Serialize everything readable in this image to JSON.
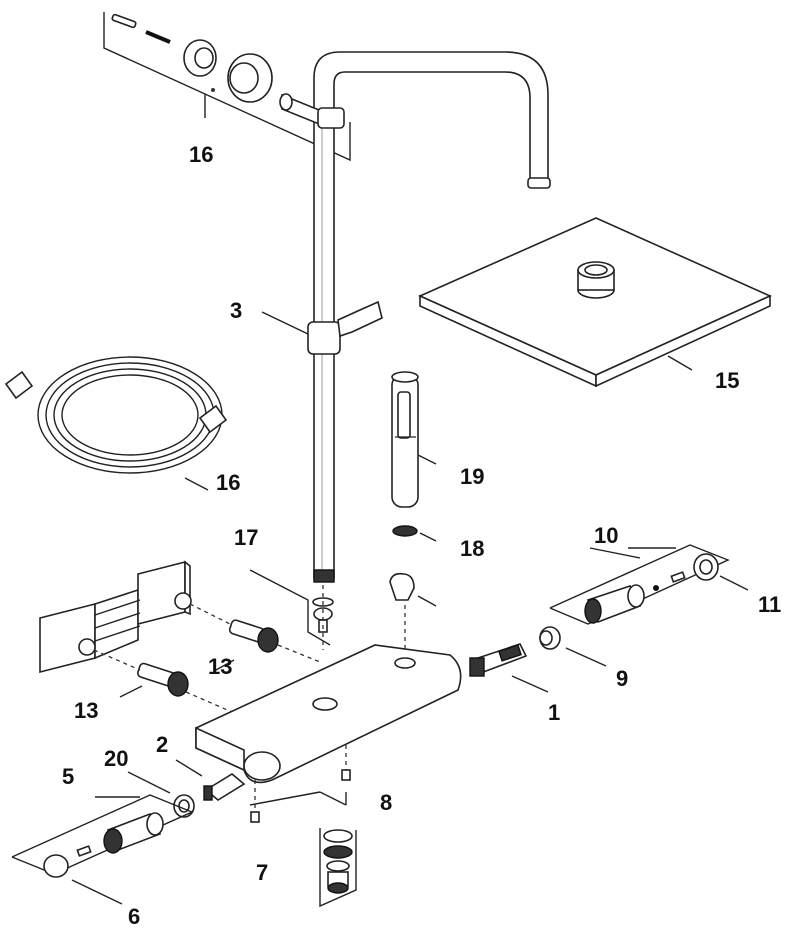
{
  "callouts": {
    "c1": "1",
    "c2": "2",
    "c3": "3",
    "c5": "5",
    "c6": "6",
    "c7": "7",
    "c8": "8",
    "c9": "9",
    "c10": "10",
    "c11": "11",
    "c13a": "13",
    "c13b": "13",
    "c15": "15",
    "c16a": "16",
    "c16b": "16",
    "c17": "17",
    "c18": "18",
    "c19": "19",
    "c20": "20"
  },
  "colors": {
    "line": "#222222",
    "fill": "#ffffff",
    "label": "#111111"
  }
}
